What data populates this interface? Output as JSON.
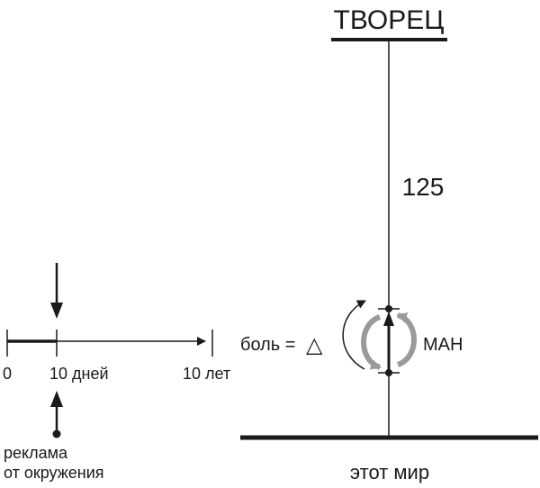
{
  "top_label": "ТВОРЕЦ",
  "axis_number": "125",
  "bottom_label": "этот мир",
  "right_label": "МАН",
  "pain_label": "боль =",
  "pain_symbol": "△",
  "timeline": {
    "tick_zero": "0",
    "tick_days": "10 дней",
    "tick_years": "10 лет"
  },
  "ad_label": {
    "line1": "реклама",
    "line2": "от окружения"
  },
  "colors": {
    "ink": "#1a1a1a",
    "cycle_arrow": "#9a9a9a"
  }
}
